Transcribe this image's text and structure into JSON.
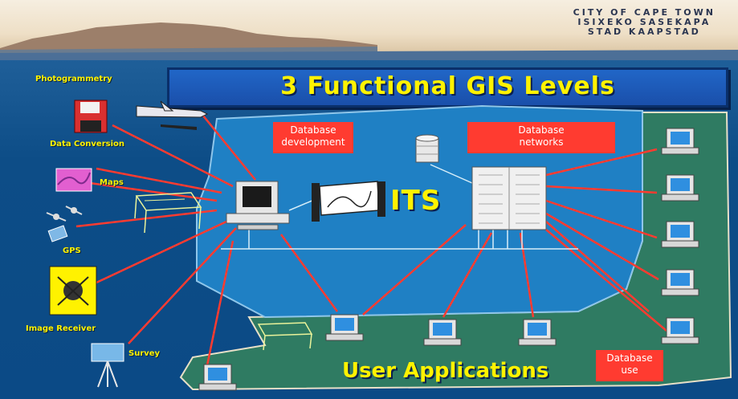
{
  "header": {
    "crest_line1": "CITY OF CAPE TOWN",
    "crest_line2": "ISIXEKO SASEKAPA",
    "crest_line3": "STAD KAAPSTAD"
  },
  "title": "3 Functional GIS Levels",
  "sources": {
    "photogrammetry": "Photogrammetry",
    "data_conversion": "Data Conversion",
    "maps": "Maps",
    "gps": "GPS",
    "image_receiver": "Image Receiver",
    "survey": "Survey"
  },
  "boxes": {
    "database_development_l1": "Database",
    "database_development_l2": "development",
    "database_networks_l1": "Database",
    "database_networks_l2": "networks",
    "database_use_l1": "Database",
    "database_use_l2": "use"
  },
  "center_label": "ITS",
  "bottom_label": "User Applications",
  "colors": {
    "sea": "#0b4a86",
    "middle_zone": "#1f7fc2",
    "outer_zone": "#2f7b62",
    "title_bar": "#1a4faa",
    "accent_text": "#fff200",
    "connector": "#ff3b30",
    "box": "#ff3b30"
  }
}
